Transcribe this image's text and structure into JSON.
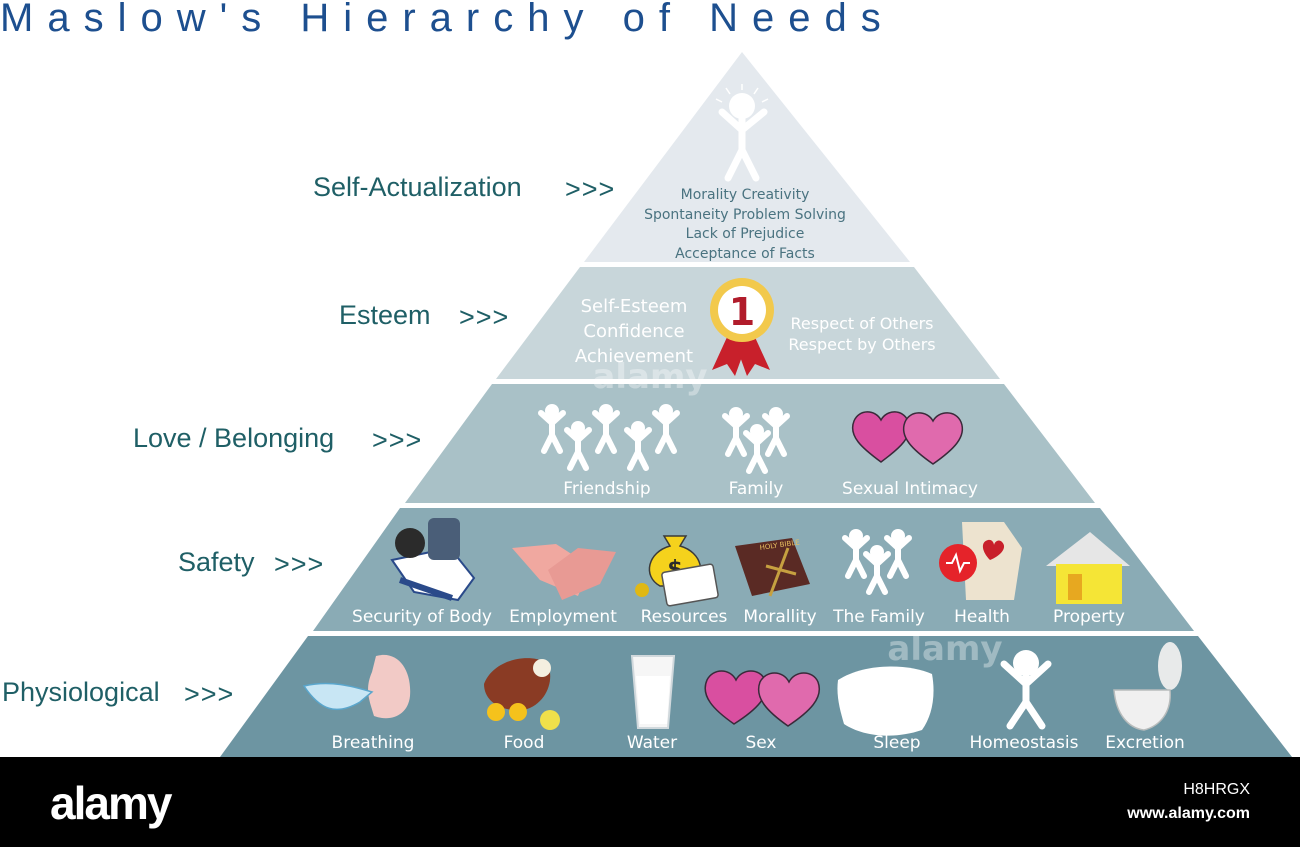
{
  "title": "Maslow's Hierarchy of Needs",
  "arrows": ">>>",
  "levels": [
    {
      "name": "Self-Actualization",
      "details": [
        "Morality  Creativity",
        "Spontaneity  Problem Solving",
        "Lack of Prejudice",
        "Acceptance of Facts"
      ]
    },
    {
      "name": "Esteem",
      "left_text": [
        "Self-Esteem",
        "Confidence",
        "Achievement"
      ],
      "badge_text": "1",
      "right_text": [
        "Respect of Others",
        "Respect by Others"
      ]
    },
    {
      "name": "Love / Belonging",
      "items": [
        "Friendship",
        "Family",
        "Sexual Intimacy"
      ]
    },
    {
      "name": "Safety",
      "items": [
        "Security of Body",
        "Employment",
        "Resources",
        "Morallity",
        "The Family",
        "Health",
        "Property"
      ],
      "icon_text": {
        "money_bag": "$",
        "bible": "HOLY BIBLE"
      }
    },
    {
      "name": "Physiological",
      "items": [
        "Breathing",
        "Food",
        "Water",
        "Sex",
        "Sleep",
        "Homeostasis",
        "Excretion"
      ]
    }
  ],
  "watermark": "alamy",
  "footer": {
    "brand": "alamy",
    "code": "H8HRGX",
    "site": "www.alamy.com"
  },
  "colors": {
    "title": "#1d4f8f",
    "label": "#1f5f66",
    "tier1": "#e4e9ee",
    "tier2": "#c8d6da",
    "tier3": "#a9c1c7",
    "tier4": "#8aabb5",
    "tier5": "#6d95a2"
  }
}
